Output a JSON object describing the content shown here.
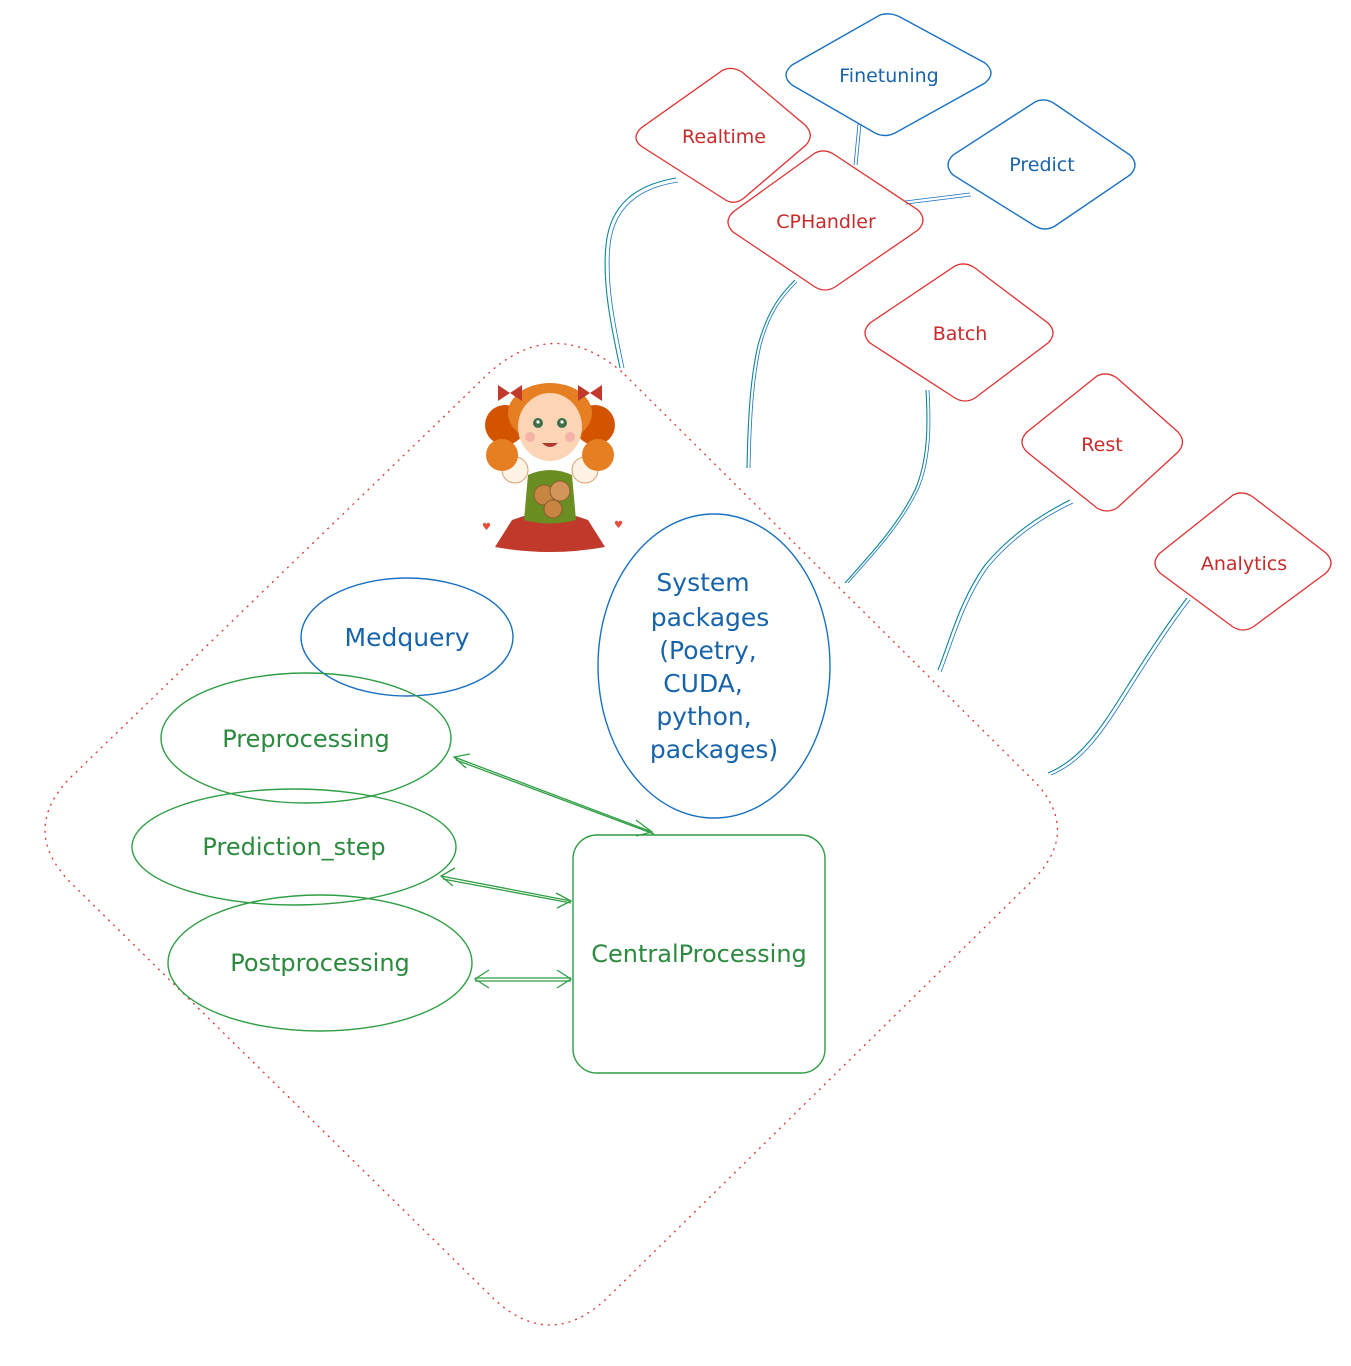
{
  "diagram": {
    "nodes": {
      "realtime": "Realtime",
      "finetuning": "Finetuning",
      "predict": "Predict",
      "cphandler": "CPHandler",
      "batch": "Batch",
      "rest": "Rest",
      "analytics": "Analytics",
      "medquery": "Medquery",
      "preprocessing": "Preprocessing",
      "prediction_step": "Prediction_step",
      "postprocessing": "Postprocessing",
      "central_processing": "CentralProcessing",
      "system_packages": [
        "System",
        "packages",
        "(Poetry,",
        "CUDA,",
        "python,",
        "packages)"
      ]
    },
    "colors": {
      "red": "#e03131",
      "blue": "#1971c2",
      "green": "#2f9e44",
      "connector": "#0c8599"
    },
    "mascot": "girl-with-cookies-illustration"
  }
}
